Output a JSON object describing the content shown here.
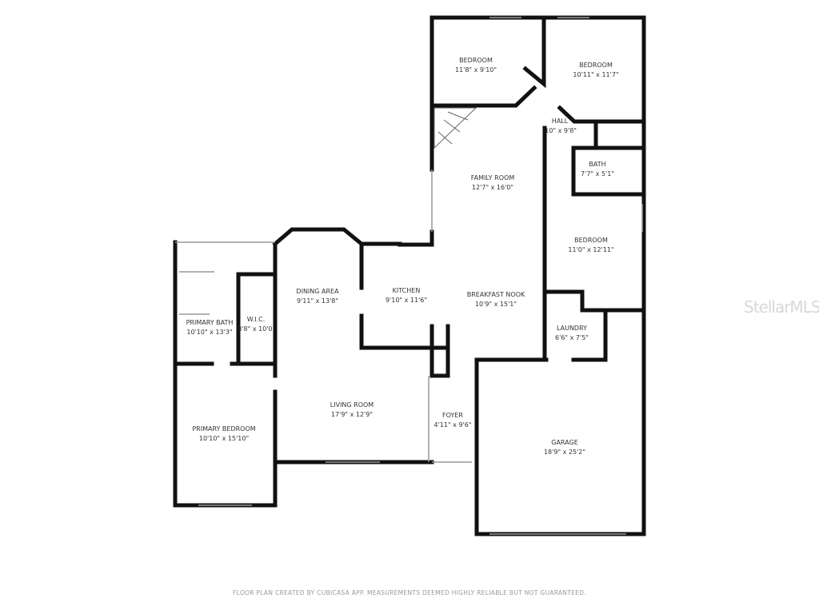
{
  "rooms": [
    {
      "name": "BEDROOM",
      "size": "11'8\" x 9'10\""
    },
    {
      "name": "BEDROOM",
      "size": "10'11\" x 11'7\""
    },
    {
      "name": "HALL",
      "size": "'10\" x 9'8\""
    },
    {
      "name": "BATH",
      "size": "7'7\" x 5'1\""
    },
    {
      "name": "FAMILY ROOM",
      "size": "12'7\" x 16'0\""
    },
    {
      "name": "BEDROOM",
      "size": "11'0\" x 12'11\""
    },
    {
      "name": "DINING AREA",
      "size": "9'11\" x 13'8\""
    },
    {
      "name": "KITCHEN",
      "size": "9'10\" x 11'6\""
    },
    {
      "name": "BREAKFAST NOOK",
      "size": "10'9\" x 15'1\""
    },
    {
      "name": "LAUNDRY",
      "size": "6'6\" x 7'5\""
    },
    {
      "name": "PRIMARY BATH",
      "size": "10'10\" x 13'3\""
    },
    {
      "name": "W.I.C.",
      "size": "3'8\" x 10'0'"
    },
    {
      "name": "LIVING ROOM",
      "size": "17'9\" x 12'9\""
    },
    {
      "name": "FOYER",
      "size": "4'11\" x 9'6\""
    },
    {
      "name": "PRIMARY BEDROOM",
      "size": "10'10\" x 15'10\""
    },
    {
      "name": "GARAGE",
      "size": "18'9\" x 25'2\""
    }
  ],
  "watermark": "StellarMLS",
  "footer": "FLOOR PLAN CREATED BY CUBICASA APP. MEASUREMENTS DEEMED HIGHLY RELIABLE BUT NOT GUARANTEED.",
  "colors": {
    "wall": "#111111",
    "window": "#cccccc"
  }
}
